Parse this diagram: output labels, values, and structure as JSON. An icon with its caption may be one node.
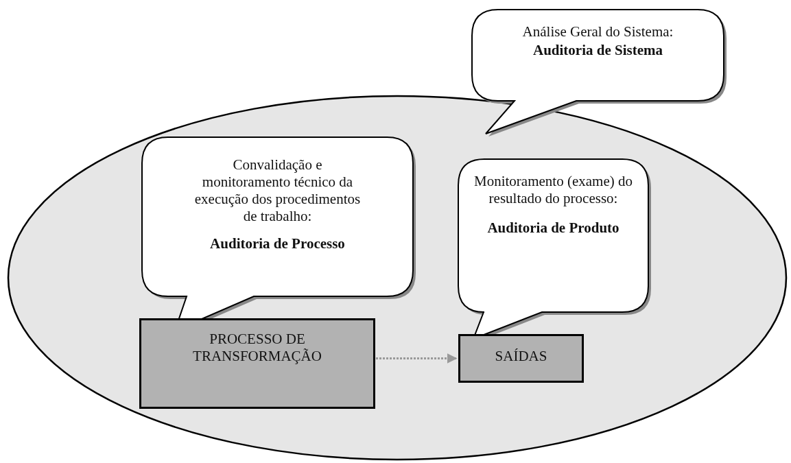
{
  "diagram": {
    "nodes": [
      {
        "text": [],
        "shape": "ellipse"
      },
      {
        "text": [
          "Análise Geral do Sistema:",
          "Auditoria de Sistema"
        ]
      },
      {
        "text": [
          "Convalidação e monitoramento técnico da execução dos procedimentos de trabalho:",
          "Auditoria de Processo"
        ],
        "in": 0
      },
      {
        "text": [
          "Monitoramento (exame) do resultado do processo:",
          "Auditoria de Produto"
        ],
        "in": 0
      },
      {
        "text": [
          "PROCESSO DE TRANSFORMAÇÃO"
        ],
        "in": 0
      },
      {
        "text": [
          "SAÍDAS"
        ],
        "in": 0
      }
    ],
    "edges": [
      {
        "from": 4,
        "to": 5,
        "arrow": "to",
        "style": "dashed",
        "color": "#999999"
      }
    ]
  }
}
